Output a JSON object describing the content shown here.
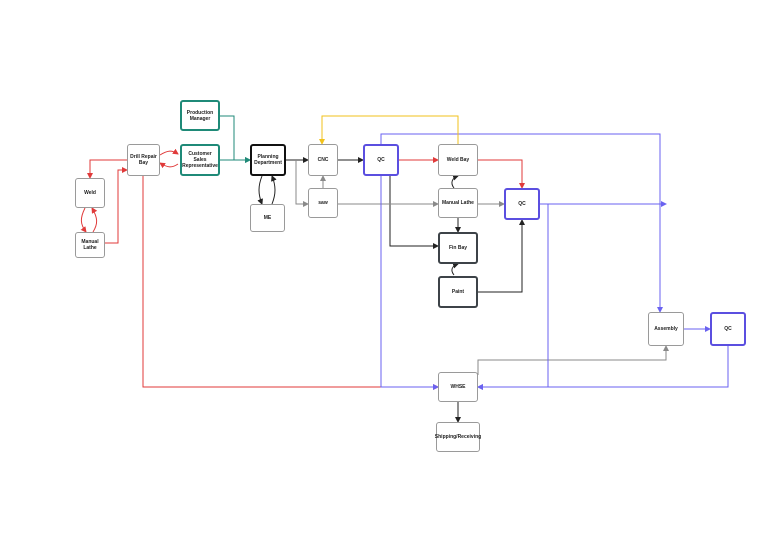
{
  "nodes": {
    "drill_repair_bay": "Drill Repair Bay",
    "weld": "Weld",
    "manual_lathe_left": "Manual Lathe",
    "production_manager": "Production Manager",
    "customer_sales_rep": "Customer Sales Representative",
    "planning_department": "Planning Department",
    "me": "ME",
    "cnc": "CNC",
    "saw": "saw",
    "qc_1": "QC",
    "weld_bay": "Weld Bay",
    "manual_lathe": "Manual Lathe",
    "fin_bay": "Fin Bay",
    "paint": "Paint",
    "qc_2": "QC",
    "assembly": "Assembly",
    "qc_3": "QC",
    "whse": "WHSE",
    "shipping_receiving": "Shipping/Receiving"
  },
  "colors": {
    "red": "#e03a3a",
    "teal": "#1f8a78",
    "black": "#222222",
    "gray": "#8a8a8a",
    "blue": "#6a62f0",
    "yellow": "#f2c21b"
  }
}
